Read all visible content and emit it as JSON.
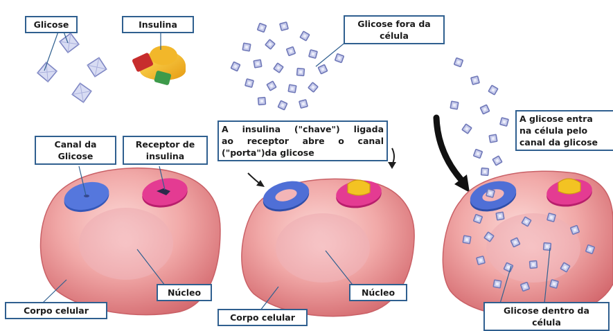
{
  "labels": {
    "glicose": "Glicose",
    "insulina": "Insulina",
    "glicose_fora": [
      "Glicose fora da",
      "célula"
    ],
    "canal_glicose": [
      "Canal da",
      "Glicose"
    ],
    "receptor_insulina": [
      "Receptor de",
      "insulina"
    ],
    "insulina_chave": [
      "A insulina (\"chave\") ligada",
      "ao receptor abre o canal",
      "(\"porta\")da glicose"
    ],
    "glicose_entra": [
      "A glicose entra",
      "na célula pelo",
      "canal da glicose"
    ],
    "nucleo_1": "Núcleo",
    "nucleo_2": "Núcleo",
    "corpo_celular_1": "Corpo celular",
    "corpo_celular_2": "Corpo celular",
    "glicose_dentro": [
      "Glicose dentro da",
      "célula"
    ]
  },
  "colors": {
    "label_border": "#2f5f8f",
    "cell_body": "#e8878a",
    "glucose_channel": "#4f6fd6",
    "insulin_receptor": "#e0318f",
    "insulin": "#f3c323",
    "glucose": "#b9bfe6"
  }
}
